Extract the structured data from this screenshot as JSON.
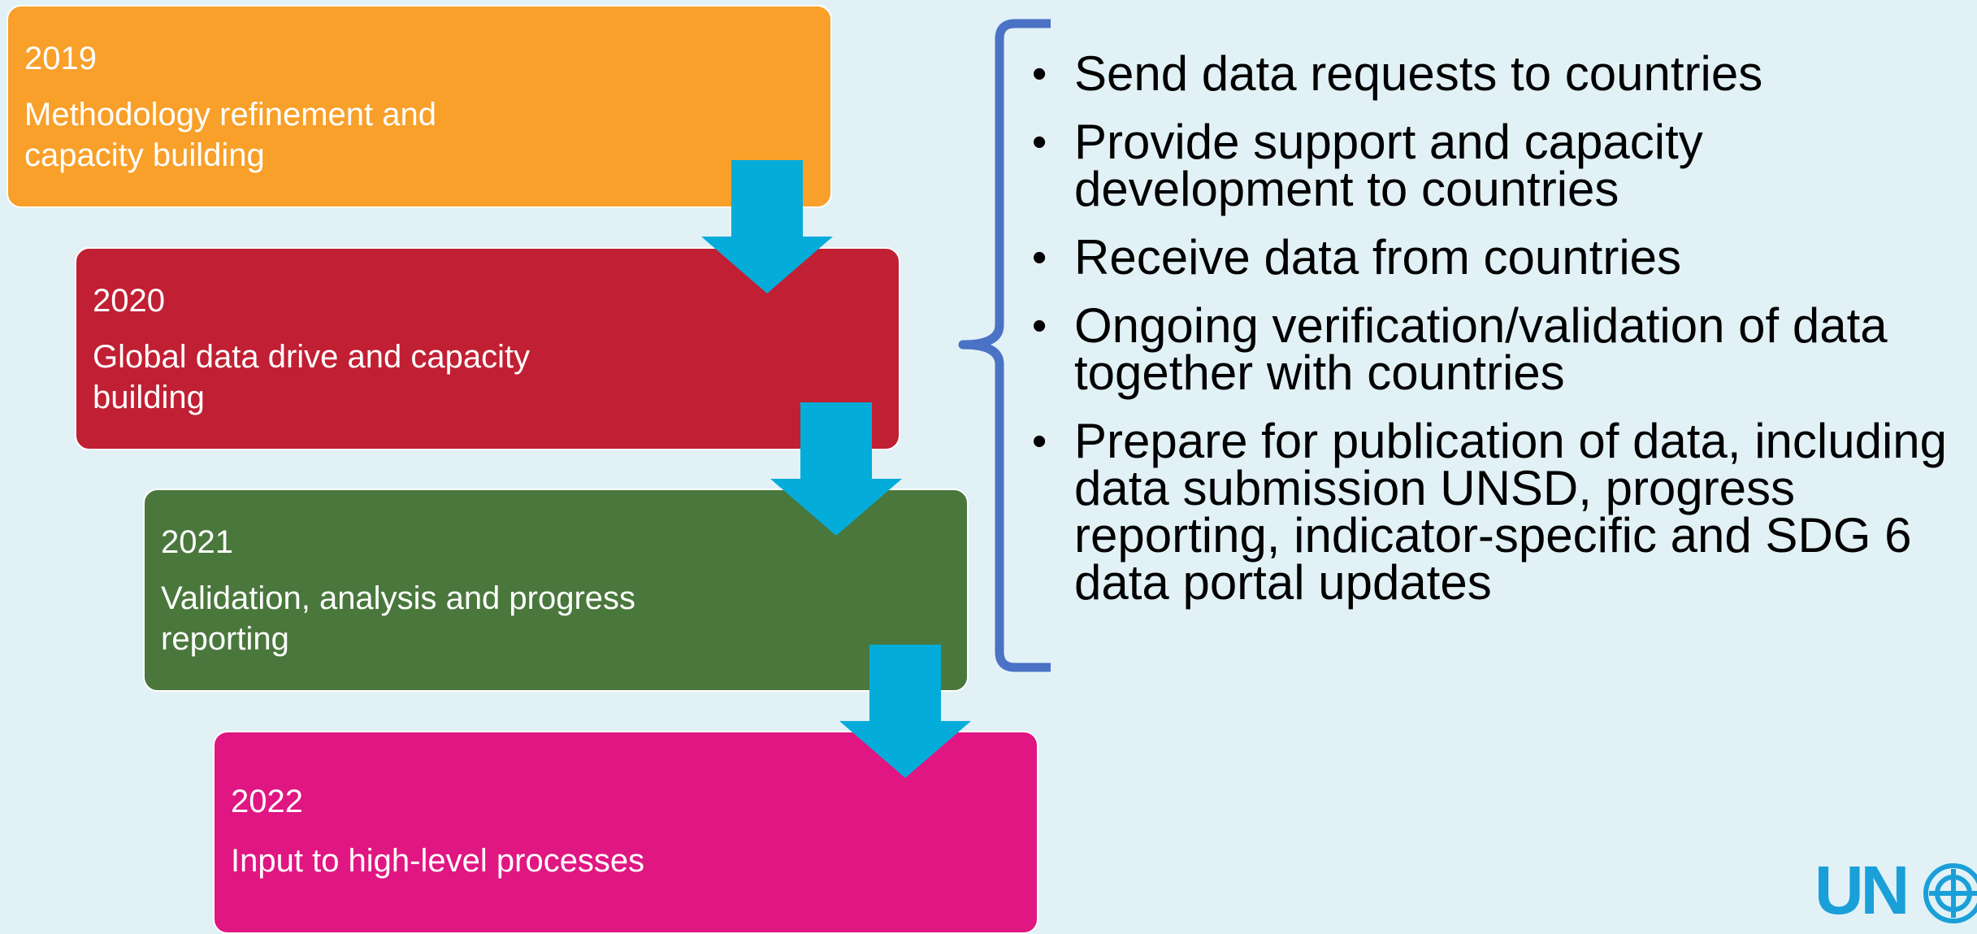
{
  "timeline": [
    {
      "year": "2019",
      "text": "Methodology refinement and capacity building",
      "color": "#f8a02a"
    },
    {
      "year": "2020",
      "text": "Global data drive and capacity building",
      "color": "#c11f33"
    },
    {
      "year": "2021",
      "text": "Validation, analysis and progress reporting",
      "color": "#4a773c"
    },
    {
      "year": "2022",
      "text": "Input to high-level processes",
      "color": "#e01682"
    }
  ],
  "arrow_color": "#04acd9",
  "brace_color": "#4a72c5",
  "bullets": [
    "Send data requests to countries",
    "Provide support and capacity development to countries",
    "Receive data from countries",
    "Ongoing verification/validation of data together with countries",
    "Prepare for publication of data, including data submission UNSD, progress reporting, indicator-specific and SDG 6 data portal updates"
  ],
  "logo": {
    "text": "UN",
    "icon": "un-emblem-icon",
    "color": "#1a9fd9"
  }
}
